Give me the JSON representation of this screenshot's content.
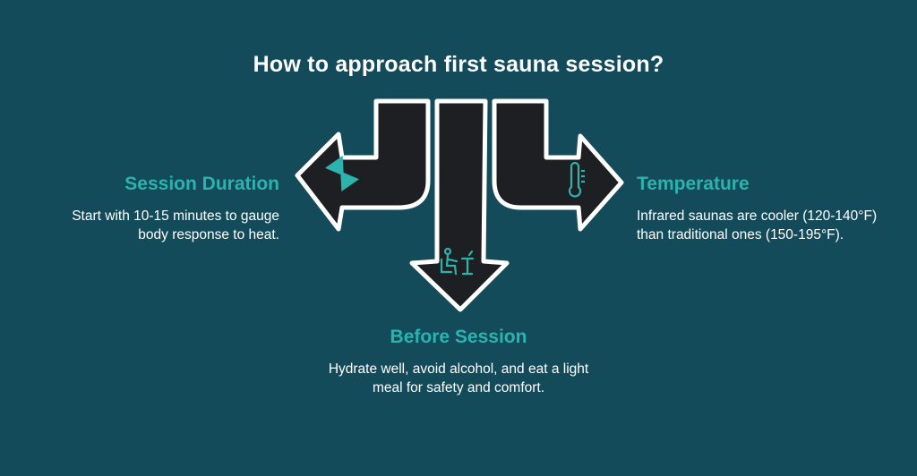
{
  "title": "How to approach first sauna session?",
  "colors": {
    "background": "#134b5b",
    "accent": "#2bb3ad",
    "arrow_fill": "#1e1f22",
    "arrow_outline": "#ffffff",
    "text": "#ffffff"
  },
  "sections": {
    "left": {
      "heading": "Session Duration",
      "description": "Start with 10-15 minutes to gauge body response to heat.",
      "icon": "hourglass-icon"
    },
    "right": {
      "heading": "Temperature",
      "description": "Infrared saunas are cooler (120-140°F) than traditional ones (150-195°F).",
      "icon": "thermometer-icon"
    },
    "bottom": {
      "heading": "Before Session",
      "description": "Hydrate well, avoid alcohol, and eat a light meal for safety and comfort.",
      "icon": "person-at-table-icon"
    }
  }
}
